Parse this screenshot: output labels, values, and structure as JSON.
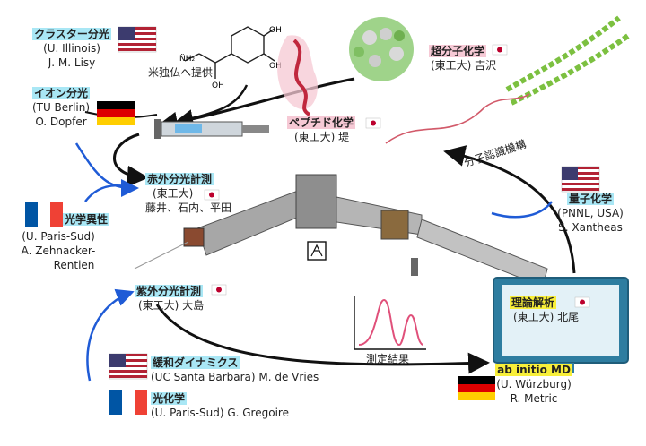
{
  "groups": {
    "cluster": {
      "title": "クラスター分光",
      "affil": "(U. Illinois)",
      "people": "J. M. Lisy"
    },
    "ion": {
      "title": "イオン分光",
      "affil": "(TU Berlin)",
      "people": "O. Dopfer"
    },
    "optical": {
      "title": "光学異性",
      "affil": "(U. Paris-Sud)",
      "people_1": "A. Zehnacker-",
      "people_2": "Rentien"
    },
    "ir": {
      "title": "赤外分光計測",
      "affil": "(東工大)",
      "people": "藤井、石内、平田"
    },
    "uv": {
      "title": "紫外分光計測",
      "affil": "(東工大) 大島"
    },
    "relax": {
      "title": "緩和ダイナミクス",
      "affil": "(UC Santa Barbara) M. de Vries"
    },
    "photo": {
      "title": "光化学",
      "affil": "(U. Paris-Sud) G. Gregoire"
    },
    "peptide": {
      "title": "ペプチド化学",
      "affil": "(東工大) 堤"
    },
    "supra": {
      "title": "超分子化学",
      "affil": "(東工大) 吉沢"
    },
    "quantum": {
      "title": "量子化学",
      "affil": "(PNNL, USA)",
      "people": "S. Xantheas"
    },
    "theory": {
      "title": "理論解析",
      "affil": "(東工大) 北尾"
    },
    "abinitio": {
      "title": "ab initio MD",
      "affil": "(U. Würzburg)",
      "people": "R. Metric"
    }
  },
  "annotations": {
    "supply": "米独仏へ提供",
    "recognition": "分子認識機構",
    "result": "測定結果"
  },
  "colors": {
    "highlight_blue": "#a9e7f5",
    "highlight_pink": "#f6c9d5",
    "highlight_yellow": "#f8ef3a",
    "arrow_blue": "#1f5bd6",
    "arrow_black": "#111111",
    "monitor": "#2e7da0",
    "spectrum": "#e0507a"
  }
}
